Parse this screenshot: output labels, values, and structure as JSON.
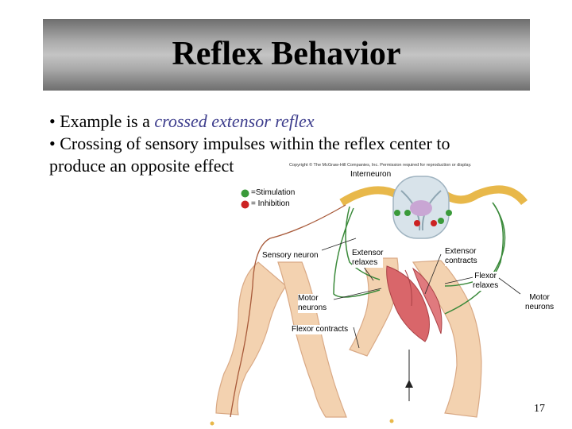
{
  "title": "Reflex Behavior",
  "bullets": {
    "b1_prefix": "• Example is a ",
    "b1_em": "crossed extensor reflex",
    "b2_line1": "• Crossing of sensory impulses within the reflex center to",
    "b2_line2": "produce an opposite effect"
  },
  "copyright": "Copyright © The McGraw-Hill Companies, Inc. Permission required for reproduction or display.",
  "legend": {
    "stimulation": "=Stimulation",
    "inhibition": "= Inhibition",
    "stimulation_color": "#3a9a3a",
    "inhibition_color": "#cc2222"
  },
  "labels": {
    "interneuron": "Interneuron",
    "sensory_neuron": "Sensory neuron",
    "extensor_relaxes_1": "Extensor",
    "extensor_relaxes_2": "relaxes",
    "extensor_contracts_1": "Extensor",
    "extensor_contracts_2": "contracts",
    "flexor_relaxes_1": "Flexor",
    "flexor_relaxes_2": "relaxes",
    "motor_left_1": "Motor",
    "motor_left_2": "neurons",
    "motor_right_1": "Motor",
    "motor_right_2": "neurons",
    "flexor_contracts": "Flexor contracts"
  },
  "page_number": "17",
  "colors": {
    "title_bar": "#a9a9a9",
    "emphasis": "#3c3c8c",
    "skin": "#f3d2b0",
    "muscle": "#d9666a",
    "nerve_green": "#3b8a3b",
    "spinal_cord": "#d8e3ea"
  }
}
